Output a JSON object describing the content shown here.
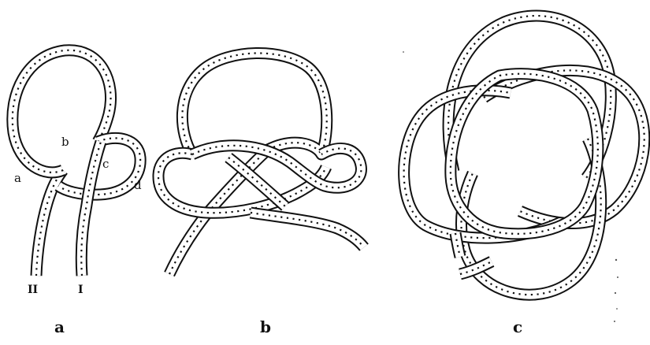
{
  "panels": [
    {
      "caption": "a",
      "point_labels": [
        "a",
        "b",
        "c",
        "d"
      ],
      "end_labels": [
        "II",
        "I"
      ]
    },
    {
      "caption": "b"
    },
    {
      "caption": "c"
    }
  ]
}
